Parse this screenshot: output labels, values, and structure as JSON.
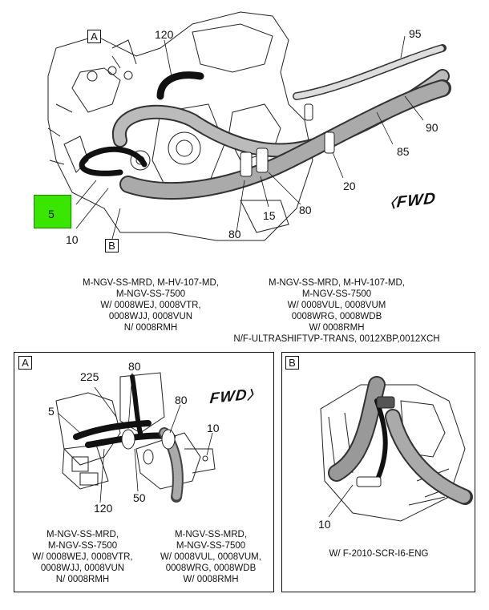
{
  "main_view": {
    "view_tags": {
      "a": "A",
      "b": "B"
    },
    "callouts": {
      "c120": "120",
      "c95": "95",
      "c90": "90",
      "c85": "85",
      "c20": "20",
      "c80_right": "80",
      "c15": "15",
      "c80_bottom": "80",
      "c10": "10",
      "c5": "5"
    },
    "fwd_label": "FWD",
    "highlight_color": "#39e600"
  },
  "captions_top": {
    "left": [
      "M-NGV-SS-MRD, M-HV-107-MD,",
      "M-NGV-SS-7500",
      "W/ 0008WEJ, 0008VTR,",
      "0008WJJ, 0008VUN",
      "N/ 0008RMH"
    ],
    "right": [
      "M-NGV-SS-MRD, M-HV-107-MD,",
      "M-NGV-SS-7500",
      "W/ 0008VUL, 0008VUM",
      "0008WRG, 0008WDB",
      "W/ 0008RMH",
      "N/F-ULTRASHIFTVP-TRANS, 0012XBP,0012XCH"
    ]
  },
  "detail_a": {
    "tag": "A",
    "callouts": {
      "c225": "225",
      "c80a": "80",
      "c80b": "80",
      "c5": "5",
      "c10": "10",
      "c50": "50",
      "c120": "120"
    },
    "fwd_label": "FWD",
    "caption_left": [
      "M-NGV-SS-MRD,",
      "M-NGV-SS-7500",
      "W/ 0008WEJ, 0008VTR,",
      "0008WJJ, 0008VUN",
      "N/ 0008RMH"
    ],
    "caption_right": [
      "M-NGV-SS-MRD,",
      "M-NGV-SS-7500",
      "W/ 0008VUL, 0008VUM,",
      "0008WRG, 0008WDB",
      "W/ 0008RMH"
    ]
  },
  "detail_b": {
    "tag": "B",
    "callouts": {
      "c10": "10"
    },
    "caption": "W/ F-2010-SCR-I6-ENG"
  }
}
